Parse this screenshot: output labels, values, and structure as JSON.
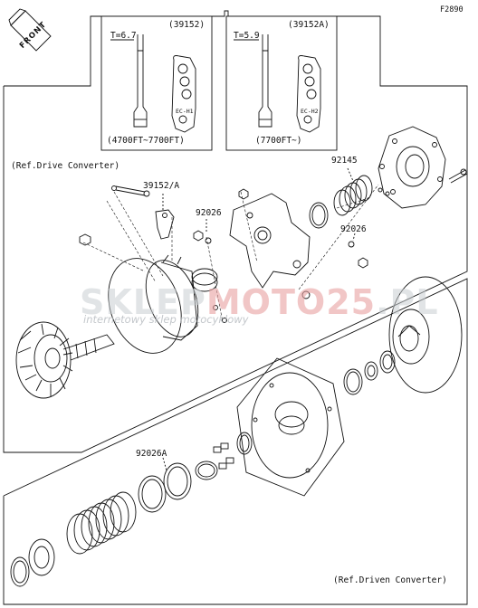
{
  "diagram_code": "F2890",
  "front_label": "FRONT",
  "callouts": {
    "box1_part": "(39152)",
    "box1_thickness": "T=6.7",
    "box1_range": "(4700FT~7700FT)",
    "box1_tool": "EC-H1",
    "box2_part": "(39152A)",
    "box2_thickness": "T=5.9",
    "box2_range": "(7700FT~)",
    "box2_tool": "EC-H2"
  },
  "labels": {
    "ref_drive": "(Ref.Drive Converter)",
    "ref_driven": "(Ref.Driven Converter)",
    "p39152A": "39152/A",
    "p92026_left": "92026",
    "p92026_right": "92026",
    "p92145": "92145",
    "p92026A": "92026A"
  },
  "watermark": {
    "brand_a": "SKLEP",
    "brand_b": "MOTO",
    "brand_c": "25",
    "brand_d": ".PL",
    "tagline": "internetowy sklep motocyklowy"
  },
  "colors": {
    "line": "#111111",
    "accent": "#e8a0a0"
  }
}
